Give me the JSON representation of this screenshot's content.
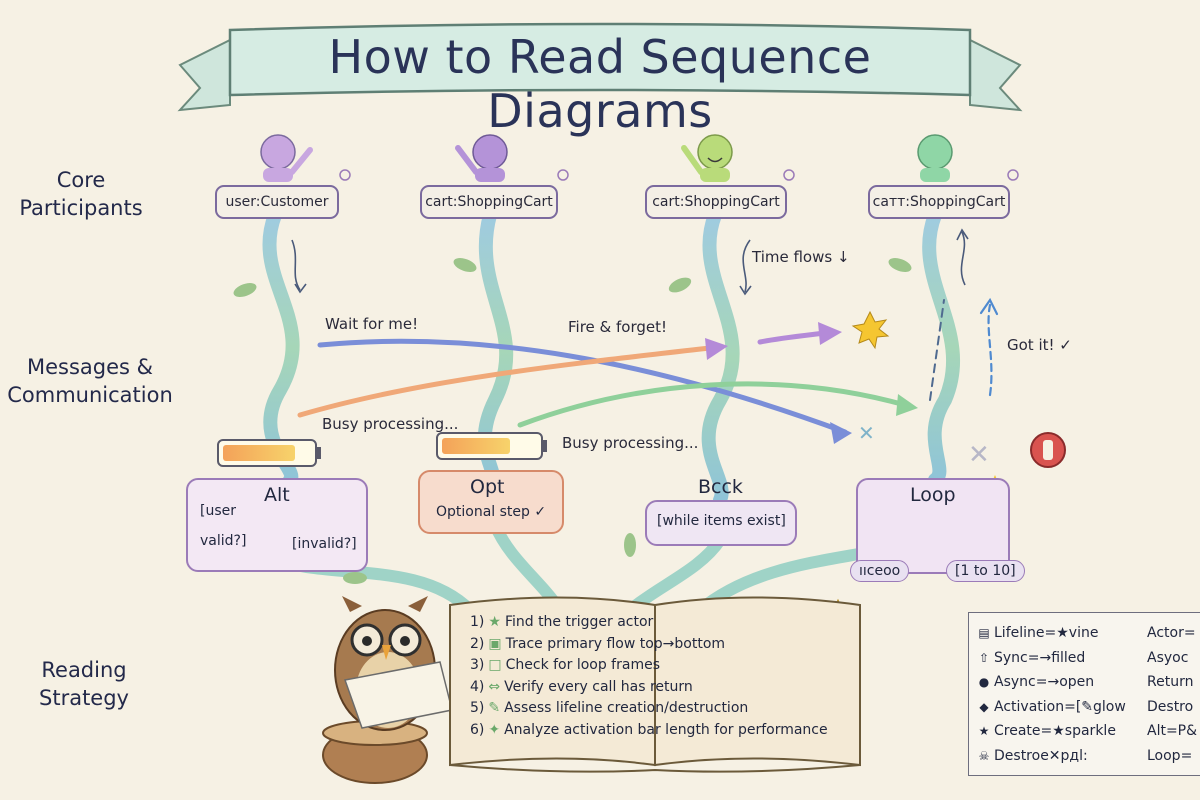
{
  "title": "How to Read Sequence Diagrams",
  "sections": {
    "core": "Core\nParticipants",
    "messages": "Messages &\nCommunication",
    "reading": "Reading\nStrategy"
  },
  "actors": [
    {
      "label": "user:Customer",
      "color": "#c8a7e0"
    },
    {
      "label": "cart:ShoppingCart",
      "color": "#b493d8"
    },
    {
      "label": "cart:ShoppingCart",
      "color": "#b9db7a"
    },
    {
      "label": "сатт:ShoppingCart",
      "color": "#8fd6a6"
    }
  ],
  "notes": {
    "time_flows": "Time flows ↓",
    "wait_for_me": "Wait for me!",
    "fire_forget": "Fire & forget!",
    "got_it": "Got it! ✓",
    "busy1": "Busy processing...",
    "busy2": "Busy processing..."
  },
  "frames": {
    "alt": {
      "title": "Alt",
      "left_guard": "[user\n\nvalid?]",
      "right_guard": "[invalid?]"
    },
    "opt": {
      "title": "Opt",
      "subtitle": "Optional step ✓"
    },
    "break": {
      "title": "Bcck",
      "guard": "[while items exist]"
    },
    "loop": {
      "title": "Loop",
      "left_tag": "ııceоо",
      "right_tag": "[1 to 10]"
    }
  },
  "steps": [
    "Find the trigger actor",
    "Trace primary flow top→bottom",
    "Check for loop frames",
    "Verify every call has return",
    "Assess lifeline creation/destruction",
    "Analyze activation bar length for performance"
  ],
  "step_numbers": [
    "1)",
    "2)",
    "3)",
    "4)",
    "5)",
    "6)"
  ],
  "step_icons": [
    "★",
    "▣",
    "□",
    "⇔",
    "✎",
    "✦"
  ],
  "legend": {
    "col1": [
      {
        "icon": "▤",
        "text": "Lifeline=★vine"
      },
      {
        "icon": "⇧",
        "text": "Sync=→filled"
      },
      {
        "icon": "●",
        "text": "Async=→open"
      },
      {
        "icon": "◆",
        "text": "Activation=[✎glow"
      },
      {
        "icon": "★",
        "text": "Create=★sparkle"
      },
      {
        "icon": "☠",
        "text": "Destroe✕рдl:"
      }
    ],
    "col2": [
      "Actor=",
      "Asyoc",
      "Return",
      "Destro",
      "Alt=P&",
      "Loop="
    ]
  },
  "colors": {
    "vine": "#9fd3c7",
    "sync_arrow": "#b48ad8",
    "async_arrow": "#8fd09a",
    "return_arrow": "#7a8ed8",
    "found_arrow": "#f0a878",
    "star": "#f5c631",
    "alert": "#d9534f"
  }
}
